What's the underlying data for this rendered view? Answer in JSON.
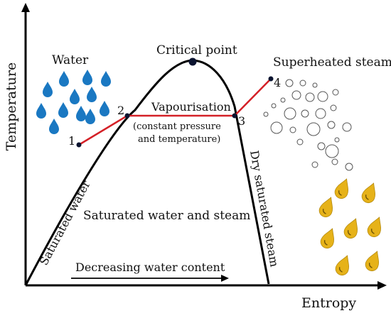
{
  "diagram": {
    "axes": {
      "y_label": "Temperature",
      "x_label": "Entropy"
    },
    "labels": {
      "water": "Water",
      "critical_point": "Critical point",
      "superheated_steam": "Superheated steam",
      "vapourisation": "Vapourisation",
      "constant_line1": "(constant pressure",
      "constant_line2": "and temperature)",
      "saturated_water": "Saturated water",
      "dry_saturated_steam": "Dry saturated steam",
      "saturated_mix": "Saturated water and steam",
      "decreasing_water": "Decreasing water content"
    },
    "points": [
      "1",
      "2",
      "3",
      "4"
    ],
    "colors": {
      "process_line": "#d42027",
      "curve": "#000000",
      "point": "#0b1430",
      "water_drop": "#1a78c2",
      "steam_drop": "#e6b219",
      "bubble": "#555555"
    },
    "icons": {
      "water": "water-drop-icon",
      "steam": "steam-drop-icon",
      "bubble": "steam-bubble-icon"
    }
  }
}
